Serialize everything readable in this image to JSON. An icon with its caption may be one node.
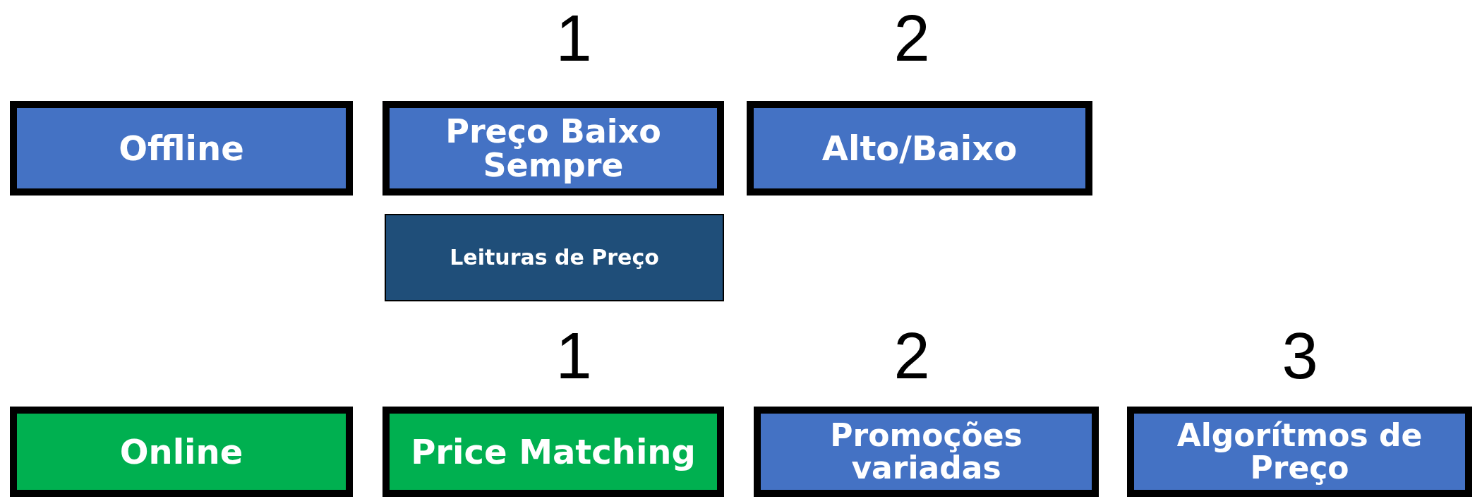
{
  "diagram": {
    "nodes": [
      {
        "text": [
          "Offline"
        ]
      },
      {
        "text": [
          "Preço Baixo Sempre"
        ]
      },
      {
        "text": [
          "Alto/Baixo"
        ]
      },
      {
        "text": [
          "Leituras de Preço"
        ]
      },
      {
        "text": [
          "Online"
        ]
      },
      {
        "text": [
          "Price Matching"
        ]
      },
      {
        "text": [
          "Promoções variadas"
        ]
      },
      {
        "text": [
          "Algorítmos de Preço"
        ]
      }
    ],
    "edges": [],
    "labels": [
      "1",
      "2",
      "1",
      "2",
      "3"
    ]
  }
}
